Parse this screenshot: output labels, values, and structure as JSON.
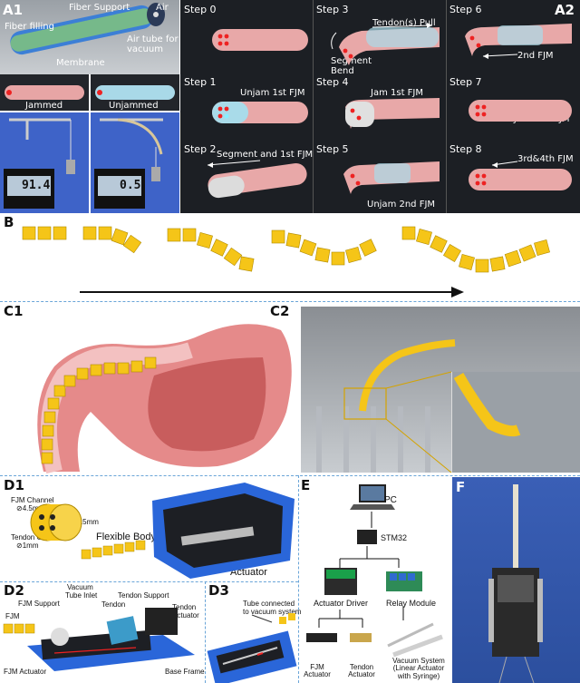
{
  "panels": {
    "A1": {
      "label": "A1",
      "callouts": [
        "Fiber Support",
        "Air",
        "Fiber filling",
        "Air tube for vacuum",
        "Membrane"
      ],
      "states": [
        "Jammed",
        "Unjammed"
      ],
      "scale_readings": [
        "91.4",
        "0.5"
      ]
    },
    "A2": {
      "label": "A2",
      "steps": [
        {
          "title": "Step 0",
          "caption": ""
        },
        {
          "title": "Step 1",
          "caption": "Unjam 1st FJM"
        },
        {
          "title": "Step 2",
          "caption": "Segment and 1st FJM"
        },
        {
          "title": "Step 3",
          "caption": "Tendon(s) Pull",
          "extra": "Segment Bend"
        },
        {
          "title": "Step 4",
          "caption": "Jam 1st FJM"
        },
        {
          "title": "Step 5",
          "caption": "Unjam 2nd FJM"
        },
        {
          "title": "Step 6",
          "caption": "2nd FJM"
        },
        {
          "title": "Step 7",
          "caption": "Jam 2nd FJM"
        },
        {
          "title": "Step 8",
          "caption": "3rd&4th FJM"
        }
      ]
    },
    "B": {
      "label": "B"
    },
    "C1": {
      "label": "C1"
    },
    "C2": {
      "label": "C2"
    },
    "D1": {
      "label": "D1",
      "callouts": [
        "FJM Channel",
        "⊘4.5mm",
        "⊘15mm",
        "Tendon Channel",
        "⊘1mm",
        "Flexible Body",
        "Actuator"
      ]
    },
    "D2": {
      "label": "D2",
      "callouts": [
        "Vacuum",
        "Tube Inlet",
        "Tendon Support",
        "FJM Support",
        "Tendon",
        "FJM",
        "Tendon",
        "Actuator",
        "FJM Actuator",
        "Base Frame"
      ]
    },
    "D3": {
      "label": "D3",
      "callouts": [
        "Tube connected",
        "to vacuum system"
      ]
    },
    "E": {
      "label": "E",
      "nodes": [
        "PC",
        "STM32",
        "Actuator Driver",
        "Relay Module"
      ],
      "leaves": [
        "FJM Actuator",
        "Tendon Actuator",
        "Vacuum System (Linear Actuator with Syringe)"
      ]
    },
    "F": {
      "label": "F"
    }
  },
  "colors": {
    "accent_yellow": "#f5c518",
    "dark_bg": "#1c1f24",
    "blue_frame": "#2a66d9",
    "dash_blue": "#6aa5d8"
  }
}
